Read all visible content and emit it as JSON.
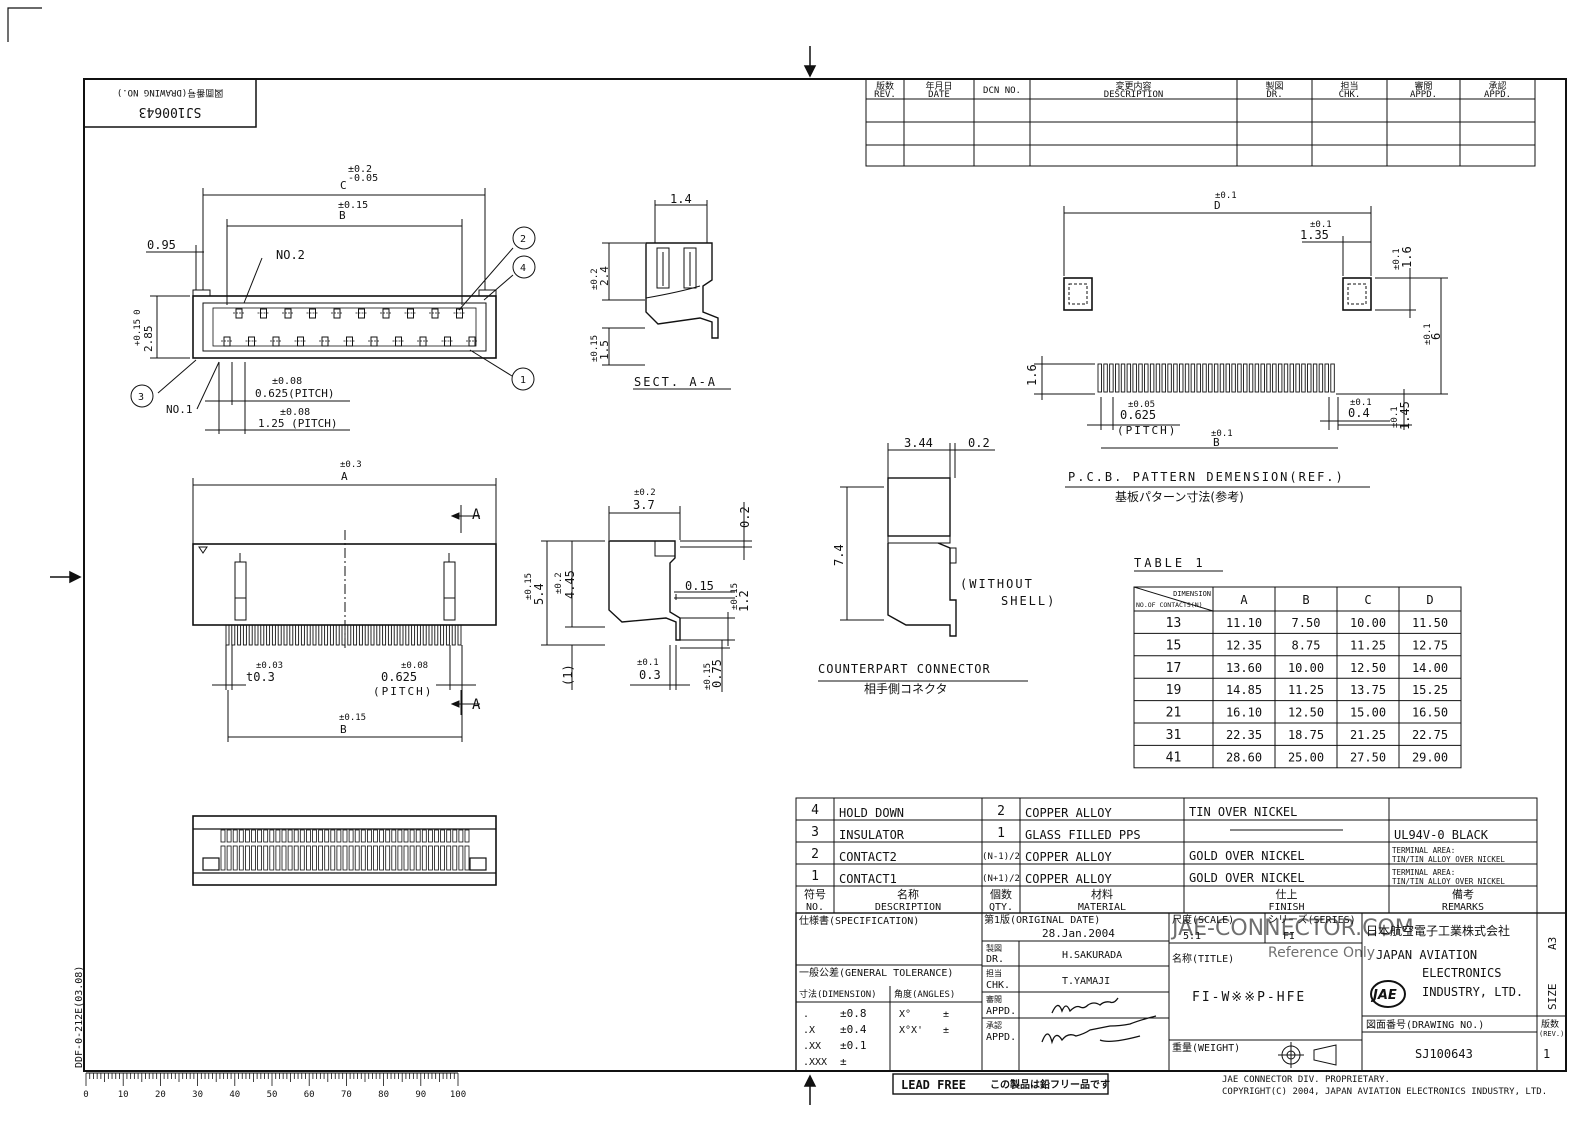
{
  "drawing_no_label": "図面番号(DRAWING NO.)",
  "drawing_no_mirrored": "SJ100643",
  "revision_table": {
    "headers": [
      {
        "jp": "版数",
        "en": "REV."
      },
      {
        "jp": "年月日",
        "en": "DATE"
      },
      {
        "jp": "",
        "en": "DCN NO."
      },
      {
        "jp": "変更内容",
        "en": "DESCRIPTION"
      },
      {
        "jp": "製図",
        "en": "DR."
      },
      {
        "jp": "担当",
        "en": "CHK."
      },
      {
        "jp": "審閲",
        "en": "APPD."
      },
      {
        "jp": "承認",
        "en": "APPD."
      }
    ]
  },
  "top_view": {
    "c_tol_plus": "±0.2",
    "c_tol_minus": "-0.05",
    "c_label": "C",
    "b_tol": "±0.15",
    "b_label": "B",
    "dim_095": "0.95",
    "no2": "NO.2",
    "no1": "NO.1",
    "h_tol_a": "+0.15",
    "h_tol_b": "0",
    "h_val": "2.85",
    "pitch1_tol": "±0.08",
    "pitch1": "0.625(PITCH)",
    "pitch2_tol": "±0.08",
    "pitch2": "1.25 (PITCH)",
    "balloons": [
      "1",
      "2",
      "3",
      "4"
    ]
  },
  "section_aa": {
    "w_val": "1.4",
    "h1_tol": "±0.2",
    "h1_val": "2.4",
    "h2_tol": "±0.15",
    "h2_val": "1.5",
    "label": "SECT. A-A"
  },
  "pcb_pattern": {
    "d_tol": "±0.1",
    "d_label": "D",
    "w135_tol": "±0.1",
    "w135": "1.35",
    "v16_tol": "±0.1",
    "v16": "1.6",
    "v6_tol": "±0.1",
    "v6": "6",
    "pad_h": "1.6",
    "pitch_tol": "±0.05",
    "pitch": "0.625",
    "pitch_word": "(PITCH)",
    "w04_tol": "±0.1",
    "w04": "0.4",
    "v145_tol": "±0.1",
    "v145": "1.45",
    "b_tol": "±0.1",
    "b_label": "B",
    "title": "P.C.B. PATTERN DEMENSION(REF.)",
    "title_jp": "基板パターン寸法(参考)"
  },
  "front_view": {
    "a_tol": "±0.3",
    "a_label": "A",
    "section_mark": "A",
    "t_tol": "±0.03",
    "t_val": "t0.3",
    "pitch_tol": "±0.08",
    "pitch_val": "0.625",
    "pitch_word": "(PITCH)",
    "b_tol": "±0.15",
    "b_label": "B"
  },
  "side_view": {
    "w_tol": "±0.2",
    "w_val": "3.7",
    "top_gap": "0.2",
    "h54_tol": "±0.15",
    "h54": "5.4",
    "h445_tol": "±0.2",
    "h445": "4.45",
    "gap015": "0.15",
    "h12_tol": "±0.15",
    "h12": "1.2",
    "bot_ref": "(1)",
    "w03_tol": "±0.1",
    "w03": "0.3",
    "h075_tol": "±0.15",
    "h075": "0.75"
  },
  "counterpart": {
    "w344": "3.44",
    "w02": "0.2",
    "h74": "7.4",
    "without1": "(WITHOUT",
    "without2": "SHELL)",
    "title": "COUNTERPART CONNECTOR",
    "title_jp": "相手側コネクタ"
  },
  "dimension_table": {
    "title": "TABLE 1",
    "corner_top": "DIMENSION",
    "corner_bottom": "NO.OF CONTACTS(N)",
    "columns": [
      "A",
      "B",
      "C",
      "D"
    ],
    "rows": [
      {
        "n": "13",
        "values": [
          "11.10",
          "7.50",
          "10.00",
          "11.50"
        ]
      },
      {
        "n": "15",
        "values": [
          "12.35",
          "8.75",
          "11.25",
          "12.75"
        ]
      },
      {
        "n": "17",
        "values": [
          "13.60",
          "10.00",
          "12.50",
          "14.00"
        ]
      },
      {
        "n": "19",
        "values": [
          "14.85",
          "11.25",
          "13.75",
          "15.25"
        ]
      },
      {
        "n": "21",
        "values": [
          "16.10",
          "12.50",
          "15.00",
          "16.50"
        ]
      },
      {
        "n": "31",
        "values": [
          "22.35",
          "18.75",
          "21.25",
          "22.75"
        ]
      },
      {
        "n": "41",
        "values": [
          "28.60",
          "25.00",
          "27.50",
          "29.00"
        ]
      }
    ]
  },
  "parts_list": {
    "rows": [
      {
        "no": "4",
        "desc": "HOLD DOWN",
        "qty": "2",
        "material": "COPPER ALLOY",
        "finish": "TIN OVER NICKEL",
        "remarks": "",
        "remarks2": ""
      },
      {
        "no": "3",
        "desc": "INSULATOR",
        "qty": "1",
        "material": "GLASS FILLED PPS",
        "finish": "",
        "remarks": "UL94V-0 BLACK",
        "remarks2": ""
      },
      {
        "no": "2",
        "desc": "CONTACT2",
        "qty": "(N-1)/2",
        "material": "COPPER ALLOY",
        "finish": "GOLD OVER NICKEL",
        "remarks": "TERMINAL AREA:",
        "remarks2": "TIN/TIN ALLOY OVER NICKEL"
      },
      {
        "no": "1",
        "desc": "CONTACT1",
        "qty": "(N+1)/2",
        "material": "COPPER ALLOY",
        "finish": "GOLD OVER NICKEL",
        "remarks": "TERMINAL AREA:",
        "remarks2": "TIN/TIN ALLOY OVER NICKEL"
      }
    ],
    "headers": [
      {
        "jp": "符号",
        "en": "NO."
      },
      {
        "jp": "名称",
        "en": "DESCRIPTION"
      },
      {
        "jp": "個数",
        "en": "QTY."
      },
      {
        "jp": "材料",
        "en": "MATERIAL"
      },
      {
        "jp": "仕上",
        "en": "FINISH"
      },
      {
        "jp": "備考",
        "en": "REMARKS"
      }
    ]
  },
  "title_block": {
    "spec_label": "仕様書(SPECIFICATION)",
    "orig_label": "第1版(ORIGINAL DATE)",
    "orig_date": "28.Jan.2004",
    "dr_label_jp": "製図",
    "dr_label": "DR.",
    "dr_name": "H.SAKURADA",
    "chk_label_jp": "担当",
    "chk_label": "CHK.",
    "chk_name": "T.YAMAJI",
    "appd_label_jp": "審閲",
    "appd_label": "APPD.",
    "appd2_label_jp": "承認",
    "appd2_label": "APPD.",
    "tol_label": "一般公差(GENERAL TOLERANCE)",
    "tol_dim_label": "寸法(DIMENSION)",
    "tol_ang_label": "角度(ANGLES)",
    "tol_rows": [
      {
        "fmt": ".",
        "val": "±0.8",
        "ang": "X°",
        "ang_val": "±"
      },
      {
        "fmt": ".X",
        "val": "±0.4",
        "ang": "X°X'",
        "ang_val": "±"
      },
      {
        "fmt": ".XX",
        "val": "±0.1",
        "ang": "",
        "ang_val": ""
      },
      {
        "fmt": ".XXX",
        "val": "±",
        "ang": "",
        "ang_val": ""
      }
    ],
    "scale_label": "尺度(SCALE)",
    "scale_val": "5:1",
    "series_label": "シリーズ(SERIES)",
    "series_val": "FI",
    "title_label": "名称(TITLE)",
    "title_val": "FI-W※※P-HFE",
    "weight_label": "重量(WEIGHT)",
    "company_jp": "日本航空電子工業株式会社",
    "company1": "JAPAN AVIATION",
    "company2": "ELECTRONICS",
    "company3": "INDUSTRY, LTD.",
    "logo": "JAE",
    "drawing_no_label": "図面番号(DRAWING NO.)",
    "drawing_no": "SJ100643",
    "rev_label": "版数",
    "rev_label_en": "(REV.)",
    "rev_val": "1",
    "size_label": "SIZE",
    "size_val": "A3",
    "watermark1": "JAE-CONNECTOR.COM",
    "watermark2": "Reference Only"
  },
  "footer": {
    "lead_free": "LEAD FREE",
    "lead_free_jp": "この製品は鉛フリー品です",
    "prop1": "JAE CONNECTOR DIV. PROPRIETARY.",
    "prop2": "COPYRIGHT(C) 2004, JAPAN AVIATION ELECTRONICS INDUSTRY, LTD.",
    "form_no": "DDF-0-212E(03.08)",
    "ruler": [
      "0",
      "10",
      "20",
      "30",
      "40",
      "50",
      "60",
      "70",
      "80",
      "90",
      "100"
    ]
  }
}
